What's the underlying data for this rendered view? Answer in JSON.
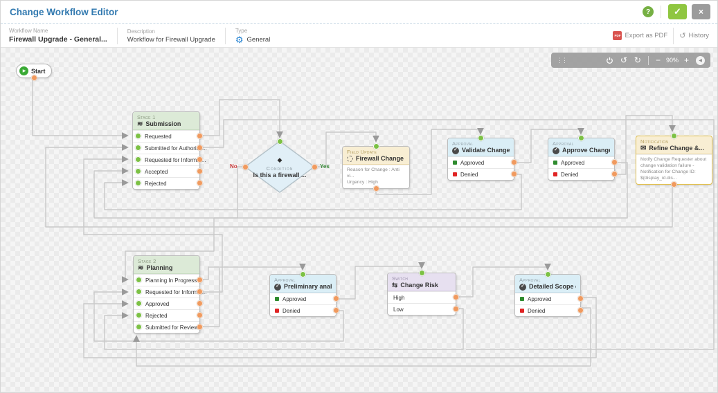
{
  "header": {
    "title": "Change Workflow Editor"
  },
  "icons": {
    "help": "?",
    "confirm": "✓",
    "close": "×",
    "pdf": "PDF",
    "history": "↺",
    "undo": "↺",
    "redo": "↻",
    "minus": "−",
    "plus": "+",
    "collapse": "◀",
    "drag": "⋮⋮",
    "play": "▶",
    "gear": "⚙",
    "envelope": "✉",
    "switch": "⇆",
    "condition": "◆",
    "check": "✓",
    "layers": "≋"
  },
  "colors": {
    "header_blue": "#337ab0",
    "accent_green": "#8fc640",
    "port_green": "#7cc144",
    "port_orange": "#f09a5f",
    "approved": "#2e8b2e",
    "denied": "#e02424"
  },
  "infobar": {
    "workflow_name": {
      "label": "Workflow Name",
      "value": "Firewall Upgrade - General..."
    },
    "description": {
      "label": "Description",
      "value": "Workflow for Firewall Upgrade"
    },
    "type": {
      "label": "Type",
      "value": "General"
    },
    "export_pdf": "Export as PDF",
    "history": "History"
  },
  "toolbar": {
    "zoom_level": "90%"
  },
  "canvas": {
    "start": {
      "label": "Start"
    },
    "stage1": {
      "type_label": "Stage 1",
      "title": "Submission",
      "rows": [
        "Requested",
        "Submitted for Authoriza...",
        "Requested for Informat...",
        "Accepted",
        "Rejected"
      ]
    },
    "condition": {
      "type_label": "Condition",
      "title": "Is this a firewall ...",
      "no": "No",
      "yes": "Yes"
    },
    "field_update": {
      "type_label": "Field Update",
      "title": "Firewall Change fi...",
      "lines": [
        "Reason for Change : Anti vi...",
        "Urgency : High"
      ]
    },
    "approval_validate": {
      "type_label": "Approval",
      "title": "Validate Change ...",
      "rows": [
        "Approved",
        "Denied"
      ]
    },
    "approval_approve": {
      "type_label": "Approval",
      "title": "Approve Change ...",
      "rows": [
        "Approved",
        "Denied"
      ]
    },
    "notification": {
      "type_label": "Notification",
      "title": "Refine Change &...",
      "body": "Notify Change Requester about change validation failure - Notification for Change ID: ${display_id.dis..."
    },
    "stage2": {
      "type_label": "Stage 2",
      "title": "Planning",
      "rows": [
        "Planning In Progress",
        "Requested for Informat...",
        "Approved",
        "Rejected",
        "Submitted for Review"
      ]
    },
    "approval_preliminary": {
      "type_label": "Approval",
      "title": "Preliminary analy...",
      "rows": [
        "Approved",
        "Denied"
      ]
    },
    "switch": {
      "type_label": "Switch",
      "title": "Change Risk",
      "rows": [
        "High",
        "Low"
      ]
    },
    "approval_detailed": {
      "type_label": "Approval",
      "title": "Detailed Scope of...",
      "rows": [
        "Approved",
        "Denied"
      ]
    }
  }
}
